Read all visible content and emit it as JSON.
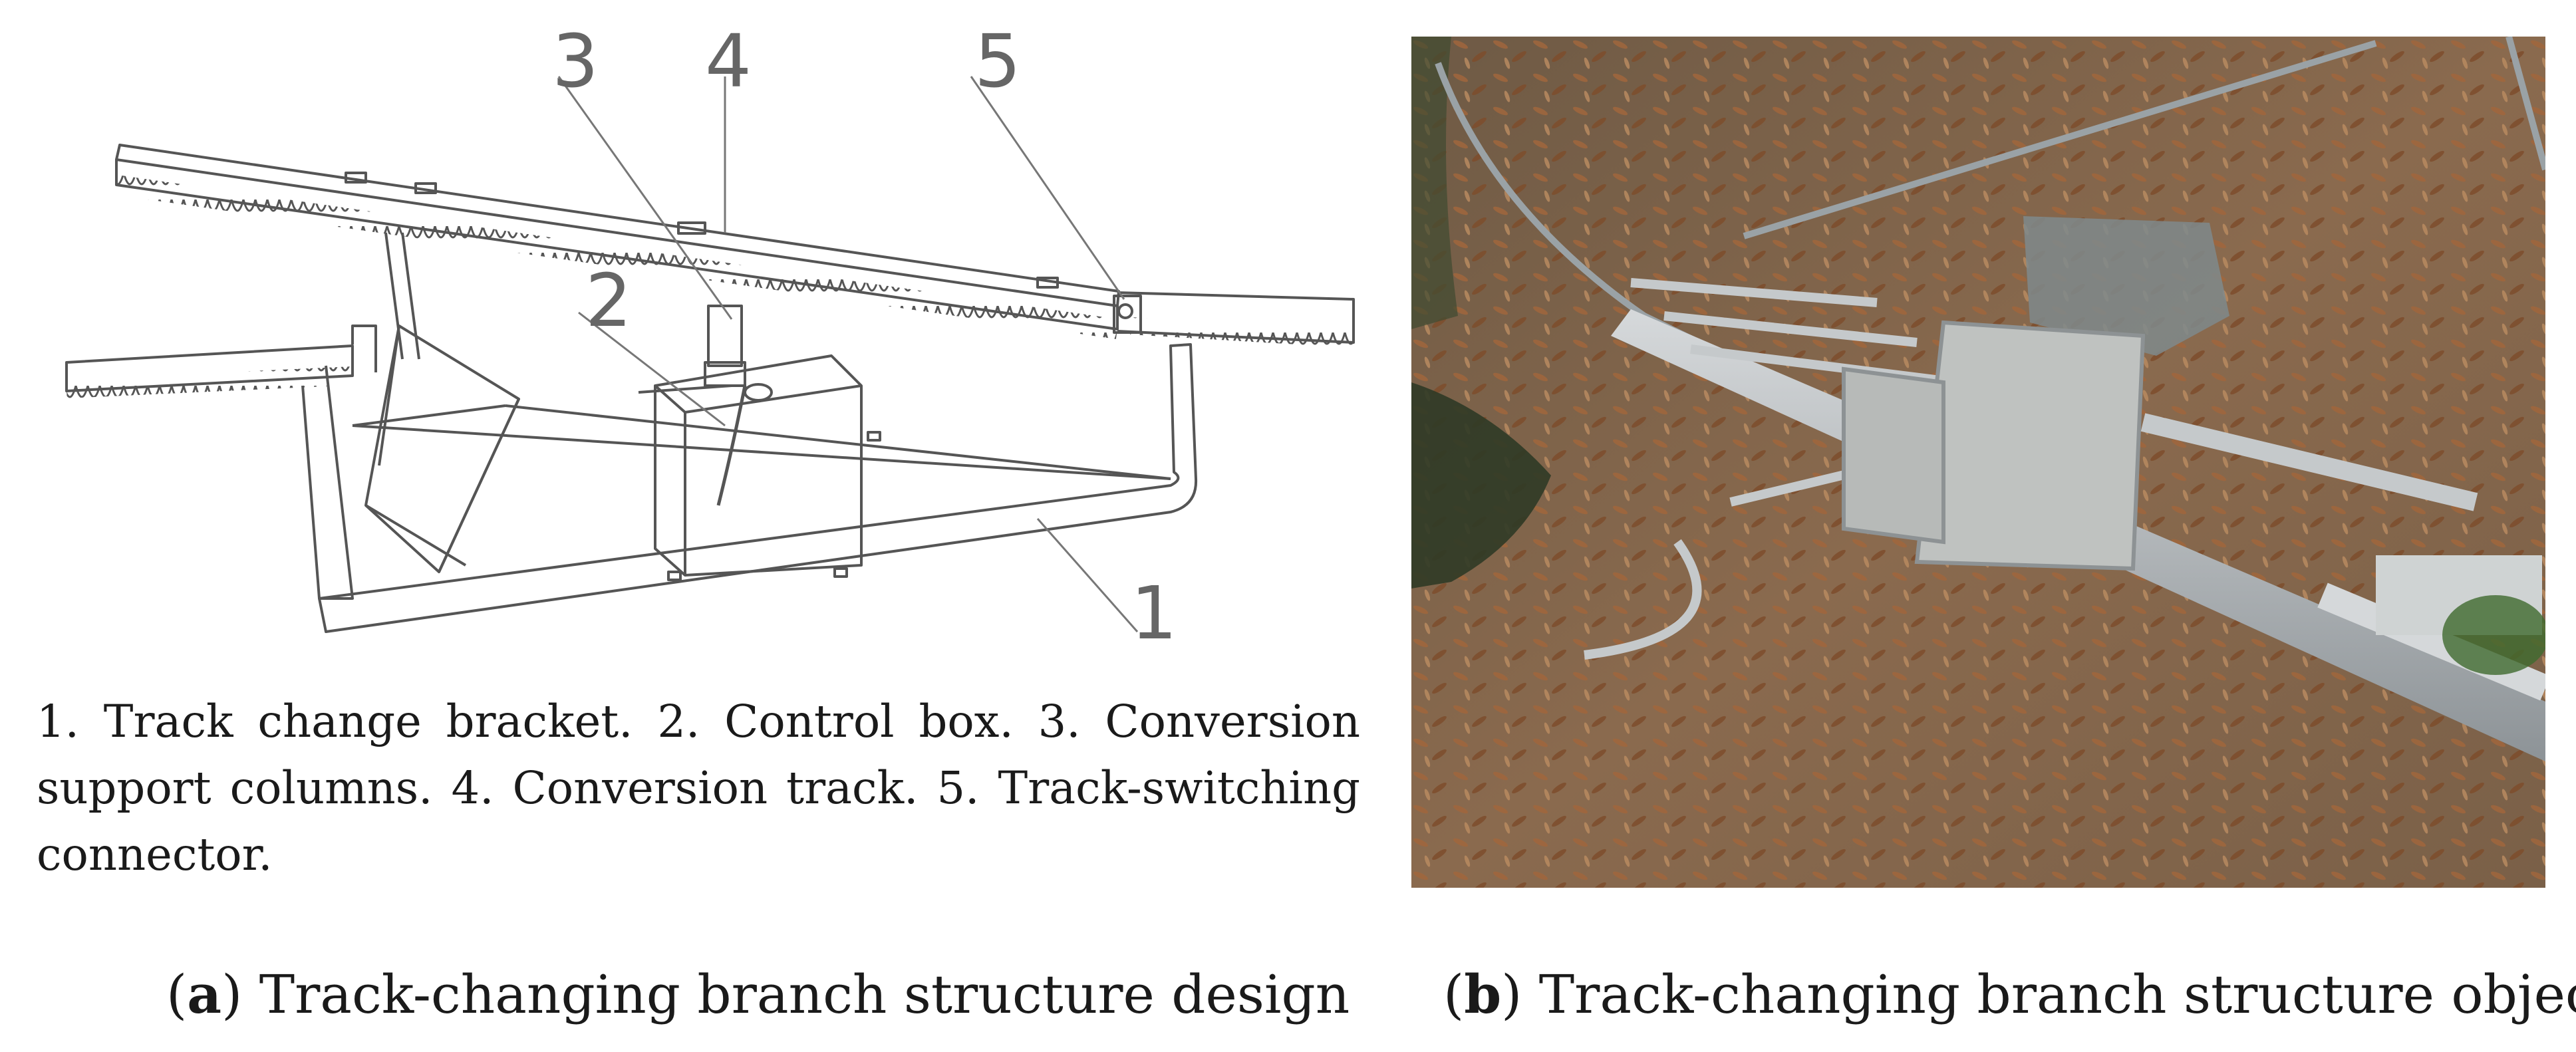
{
  "panel_a": {
    "callouts": [
      "1",
      "2",
      "3",
      "4",
      "5"
    ],
    "legend": "1. Track change bracket. 2. Control box. 3. Conversion support columns. 4. Conversion track. 5. Track-switching connector.",
    "caption_letter": "a",
    "caption_text": "Track-changing branch structure design"
  },
  "panel_b": {
    "caption_letter": "b",
    "caption_text": "Track-changing branch structure objects"
  },
  "colors": {
    "line_art": "#555555",
    "soil": "#8a6a4e",
    "leaves": "#a0663c",
    "metal": "#b8bcbf",
    "shadow_green": "#4a5a3a"
  }
}
